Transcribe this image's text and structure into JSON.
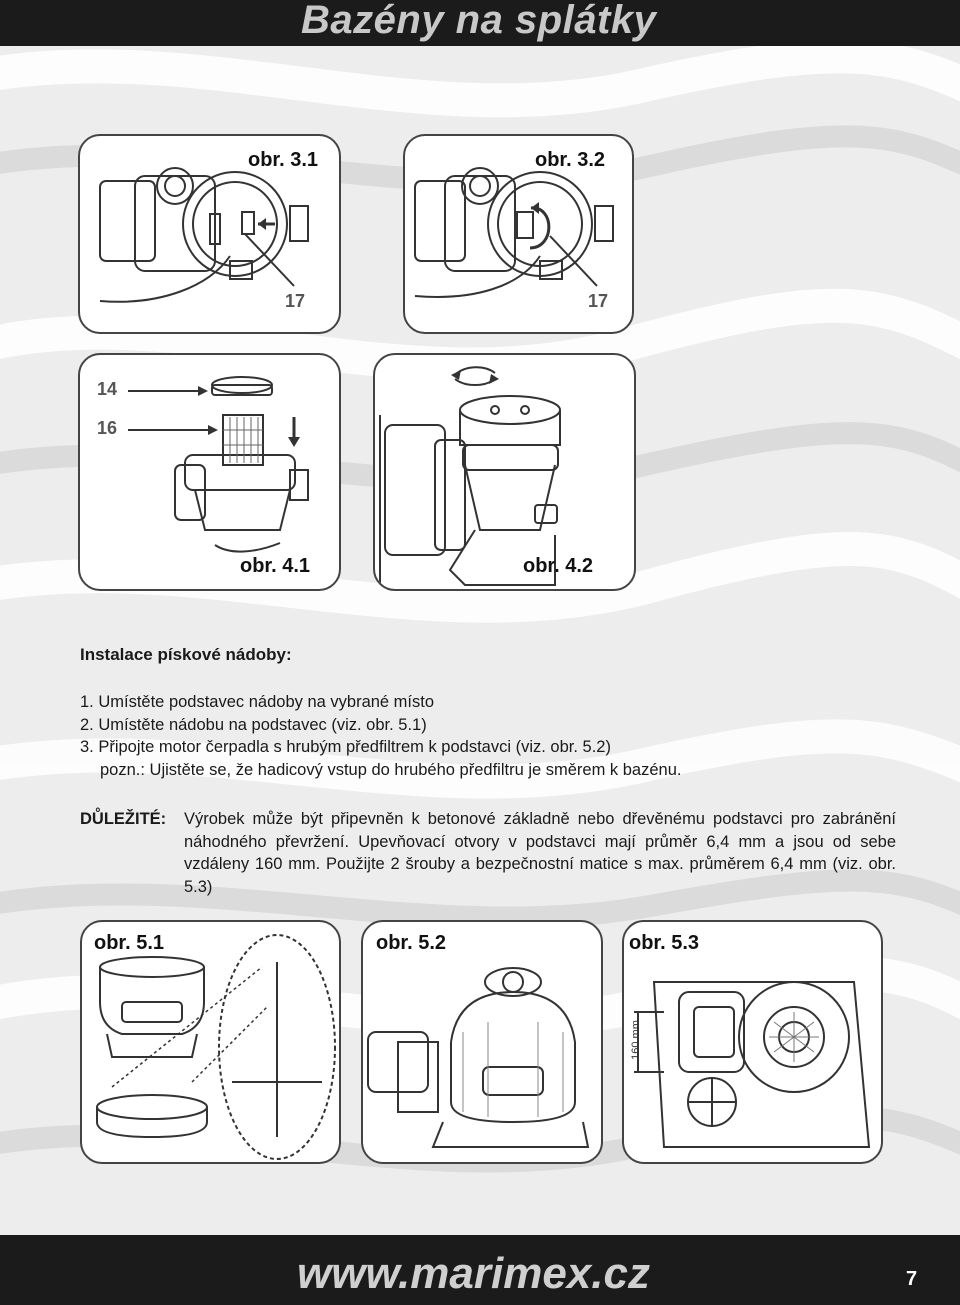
{
  "header": {
    "title": "Bazény na splátky"
  },
  "figures": {
    "fig31": {
      "label": "obr. 3.1",
      "callout": "17"
    },
    "fig32": {
      "label": "obr. 3.2",
      "callout": "17"
    },
    "fig41": {
      "label": "obr. 4.1",
      "callout_a": "14",
      "callout_b": "16"
    },
    "fig42": {
      "label": "obr. 4.2"
    },
    "fig51": {
      "label": "obr. 5.1"
    },
    "fig52": {
      "label": "obr. 5.2"
    },
    "fig53": {
      "label": "obr. 5.3",
      "dimension": "160 mm"
    }
  },
  "instructions": {
    "title": "Instalace pískové nádoby:",
    "steps": [
      "1. Umístěte podstavec nádoby na vybrané místo",
      "2. Umístěte nádobu na podstavec (viz. obr. 5.1)",
      "3. Připojte motor čerpadla s hrubým předfiltrem k podstavci (viz. obr. 5.2)"
    ],
    "note": "pozn.: Ujistěte se, že hadicový vstup do hrubého předfiltru je směrem k bazénu."
  },
  "important": {
    "label": "DŮLEŽITÉ:",
    "text": "Výrobek může být připevněn k betonové základně nebo dřevěnému podstavci pro zabránění náhodného převržení. Upevňovací otvory v podstavci mají průměr 6,4 mm a jsou od sebe vzdáleny 160 mm. Použijte 2 šrouby a bezpečnostní matice s max. průměrem 6,4 mm (viz. obr. 5.3)"
  },
  "footer": {
    "url": "www.marimex.cz",
    "page": "7"
  }
}
